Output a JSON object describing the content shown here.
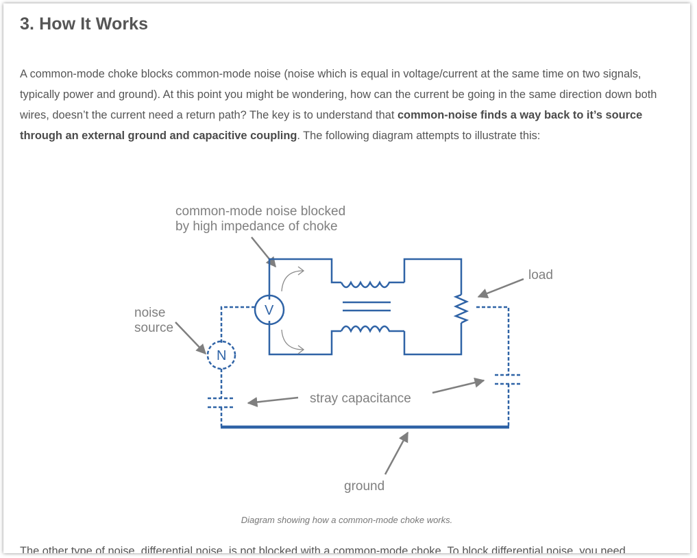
{
  "section": {
    "heading": "3.  How It Works"
  },
  "intro": {
    "text_before_bold": "A common-mode choke blocks common-mode noise (noise which is equal in voltage/current at the same time on two signals, typically power and ground). At this point you might be wondering, how can the current be going in the same direction down both wires, doesn’t the current need a return path? The key is to understand that ",
    "bold_text": "common-noise finds a way back to it’s source through an external ground and capacitive coupling",
    "text_after_bold": ". The following diagram attempts to illustrate this:"
  },
  "diagram": {
    "labels": {
      "choke_note_line1": "common-mode noise blocked",
      "choke_note_line2": "by high impedance of choke",
      "load": "load",
      "noise_source_line1": "noise",
      "noise_source_line2": "source",
      "stray_capacitance": "stray capacitance",
      "ground": "ground",
      "voltage_symbol": "V",
      "noise_symbol": "N"
    },
    "colors": {
      "circuit": "#2f63a6",
      "annotation": "#7f7f7f"
    },
    "caption": "Diagram showing how a common-mode choke works."
  },
  "next_paragraph": {
    "text": "The other type of noise, differential noise, is not blocked with a common-mode choke. To block differential noise, you need"
  }
}
